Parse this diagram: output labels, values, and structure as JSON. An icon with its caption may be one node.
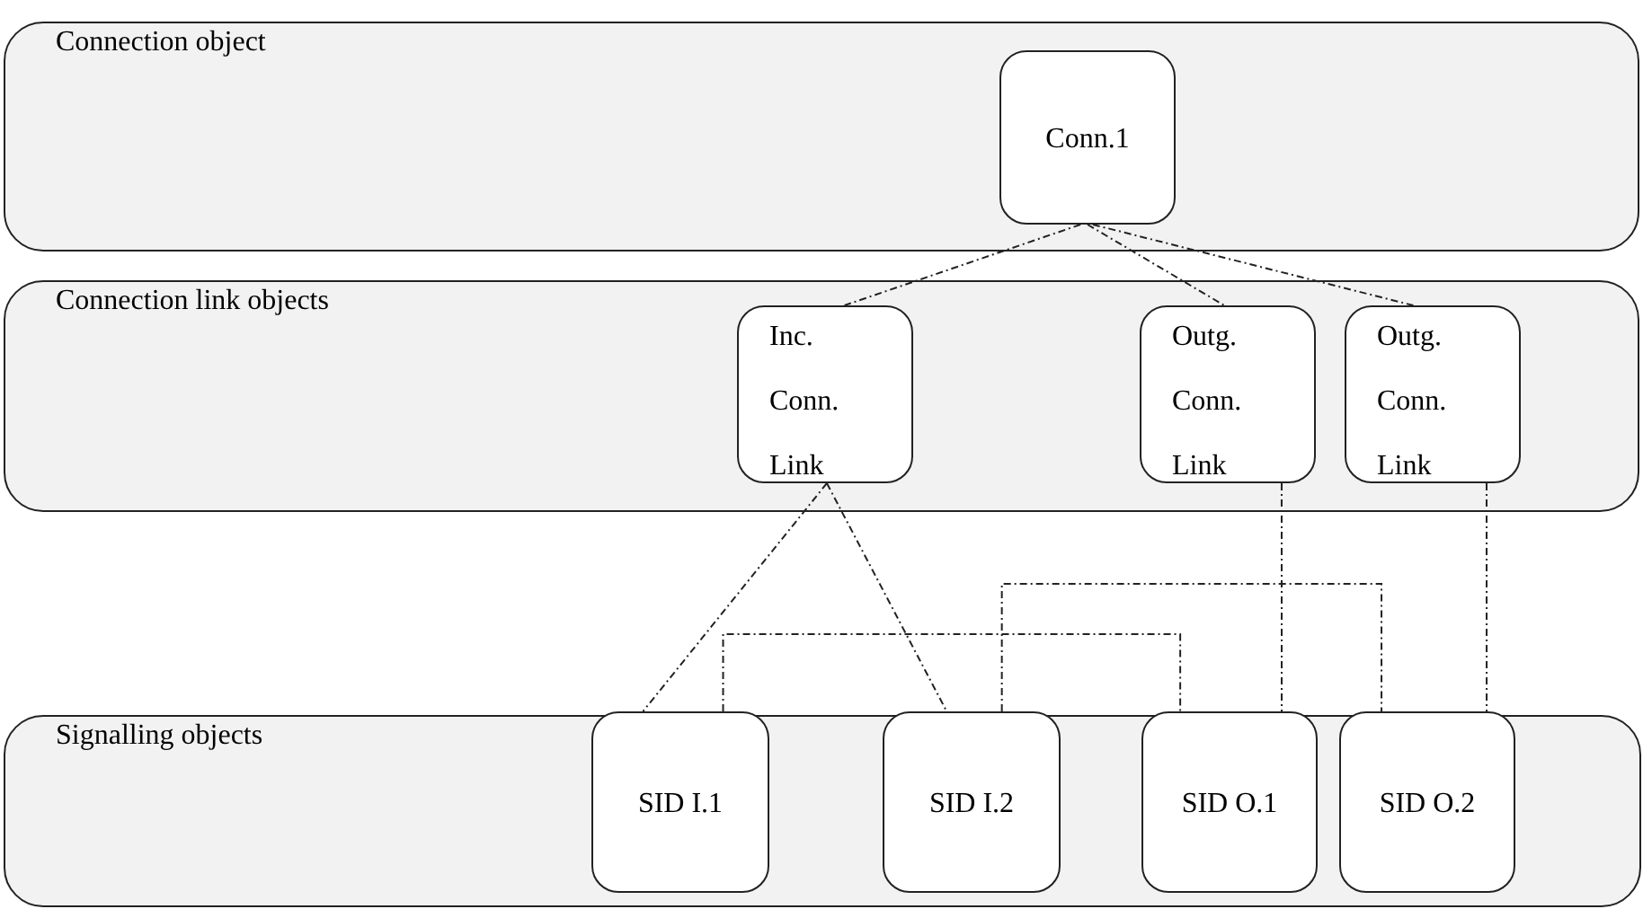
{
  "diagram": {
    "nodes": [
      {
        "text": [
          "Connection object"
        ]
      },
      {
        "text": [
          "Conn.1"
        ],
        "in": 0
      },
      {
        "text": [
          "Connection link objects"
        ]
      },
      {
        "text": [
          "Inc. Conn. Link"
        ],
        "in": 2
      },
      {
        "text": [
          "Outg. Conn. Link"
        ],
        "in": 2
      },
      {
        "text": [
          "Outg. Conn. Link"
        ],
        "in": 2
      },
      {
        "text": [
          "Signalling objects"
        ]
      },
      {
        "text": [
          "SID I.1"
        ],
        "in": 6
      },
      {
        "text": [
          "SID I.2"
        ],
        "in": 6
      },
      {
        "text": [
          "SID O.1"
        ],
        "in": 6
      },
      {
        "text": [
          "SID O.2"
        ],
        "in": 6
      }
    ],
    "edges": [
      {
        "from": 1,
        "to": 3,
        "arrow": "none",
        "style": "dashed"
      },
      {
        "from": 1,
        "to": 4,
        "arrow": "none",
        "style": "dashed"
      },
      {
        "from": 1,
        "to": 5,
        "arrow": "none",
        "style": "dashed"
      },
      {
        "from": 3,
        "to": 7,
        "arrow": "none",
        "style": "dashed"
      },
      {
        "from": 3,
        "to": 8,
        "arrow": "none",
        "style": "dashed"
      },
      {
        "from": 4,
        "to": 9,
        "arrow": "none",
        "style": "dashed"
      },
      {
        "from": 5,
        "to": 10,
        "arrow": "none",
        "style": "dashed"
      },
      {
        "from": 7,
        "to": 9,
        "arrow": "none",
        "style": "dashed"
      },
      {
        "from": 8,
        "to": 10,
        "arrow": "none",
        "style": "dashed"
      }
    ]
  }
}
